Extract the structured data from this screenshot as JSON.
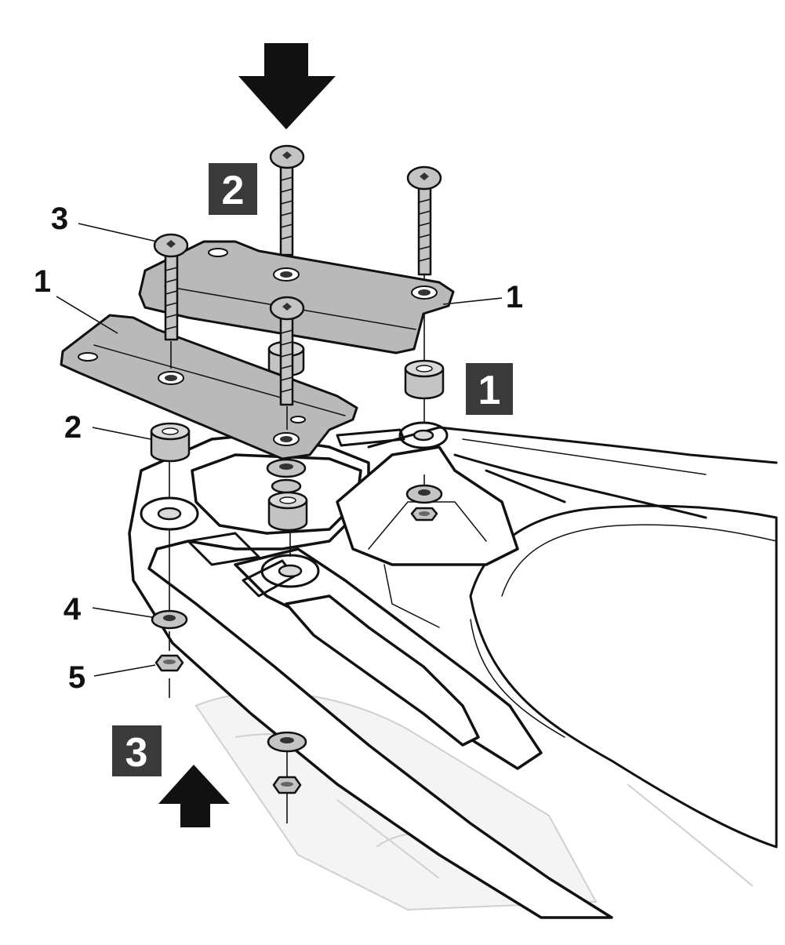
{
  "diagram": {
    "steps": [
      {
        "id": "step-2",
        "text": "2"
      },
      {
        "id": "step-1",
        "text": "1"
      },
      {
        "id": "step-3",
        "text": "3"
      }
    ],
    "part_labels": [
      {
        "id": "label-3",
        "text": "3"
      },
      {
        "id": "label-1-left",
        "text": "1"
      },
      {
        "id": "label-1-right",
        "text": "1"
      },
      {
        "id": "label-2",
        "text": "2"
      },
      {
        "id": "label-4",
        "text": "4"
      },
      {
        "id": "label-5",
        "text": "5"
      }
    ],
    "arrows": {
      "top": "arrow-down-icon",
      "bottom": "arrow-up-icon"
    },
    "colors": {
      "step_badge": "#3a3a3a",
      "plate": "#b9b9b9",
      "outline": "#111111"
    }
  }
}
